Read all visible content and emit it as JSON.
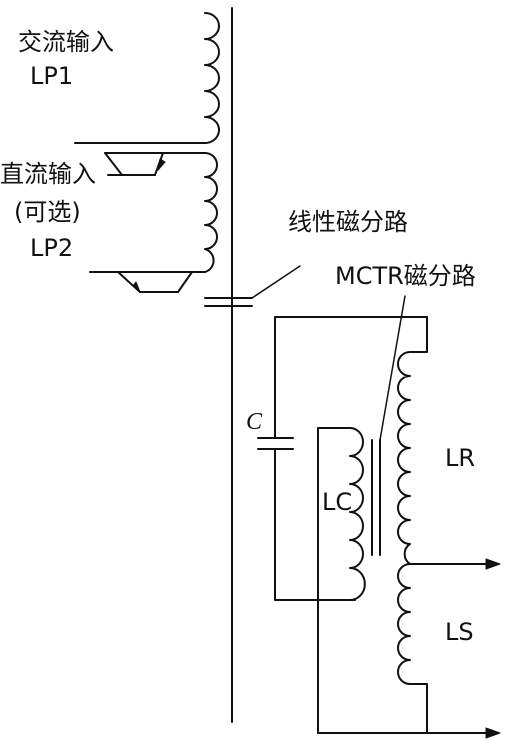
{
  "labels": {
    "ac_input": "交流输入",
    "lp1": "LP1",
    "dc_input": "直流输入",
    "optional": "(可选)",
    "lp2": "LP2",
    "linear_shunt": "线性磁分路",
    "mctr_shunt": "MCTR磁分路",
    "capacitor": "C",
    "lc": "LC",
    "lr": "LR",
    "ls": "LS"
  },
  "colors": {
    "line": "#111111",
    "background": "#ffffff"
  }
}
